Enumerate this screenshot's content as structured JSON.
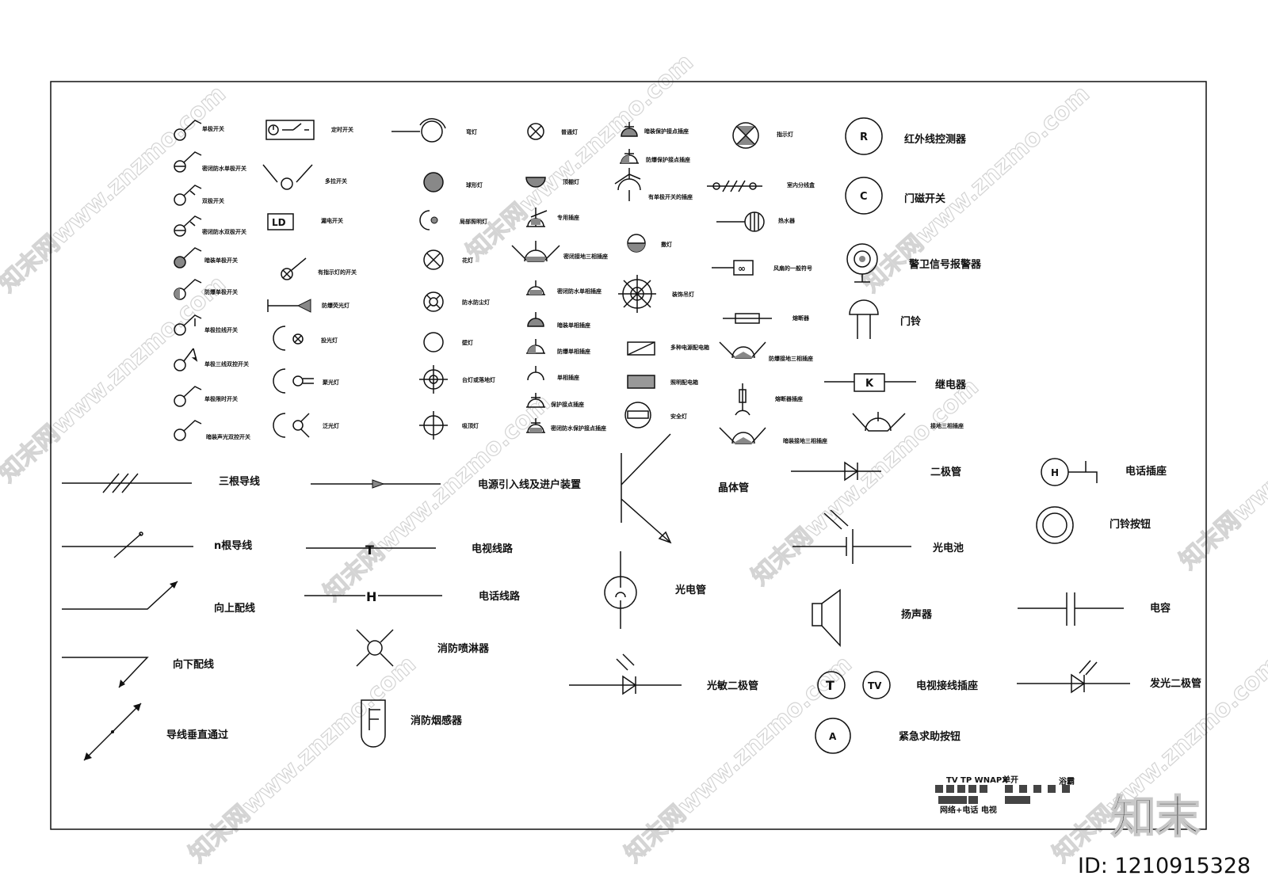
{
  "legend": {
    "switches": [
      "单极开关",
      "密闭防水单极开关",
      "双极开关",
      "密闭防水双极开关",
      "暗装单极开关",
      "防爆单极开关",
      "单极拉线开关",
      "单极三线双控开关",
      "单极限时开关",
      "暗装声光双控开关"
    ],
    "col2": [
      "定时开关",
      "多拉开关",
      "漏电开关",
      "有指示灯的开关",
      "防爆荧光灯",
      "投光灯",
      "聚光灯",
      "泛光灯"
    ],
    "lamps": [
      "弯灯",
      "球形灯",
      "局部照明灯",
      "花灯",
      "防水防尘灯",
      "壁灯",
      "台灯或落地灯",
      "吸顶灯"
    ],
    "col4": [
      "普通灯",
      "顶棚灯",
      "专用插座",
      "密闭接地三相插座",
      "密闭防水单相插座",
      "暗装单相插座",
      "防爆单相插座",
      "单相插座",
      "保护接点插座",
      "密闭防水保护接点插座"
    ],
    "col5": [
      "暗装保护接点插座",
      "防爆保护接点插座",
      "有单极开关的插座",
      "撒灯",
      "装饰吊灯",
      "多种电源配电箱",
      "照明配电箱",
      "安全灯"
    ],
    "col6": [
      "指示灯",
      "室内分线盒",
      "热水器",
      "风扇的一般符号",
      "熔断器",
      "防爆接地三相插座",
      "熔断器插座",
      "暗装接地三相插座"
    ],
    "col7": [
      "红外线控测器",
      "门磁开关",
      "警卫信号报警器",
      "门铃",
      "继电器",
      "接地三相插座"
    ],
    "col7_letters": [
      "R",
      "C",
      "K"
    ],
    "wiring": [
      "三根导线",
      "n根导线",
      "向上配线",
      "向下配线",
      "导线垂直通过"
    ],
    "lines": [
      "电源引入线及进户装置",
      "电视线路",
      "电话线路",
      "消防喷淋器",
      "消防烟感器"
    ],
    "line_marks": [
      "T",
      "H"
    ],
    "electronics": [
      "晶体管",
      "光电管",
      "光敏二极管"
    ],
    "col9": [
      "二极管",
      "光电池",
      "扬声器",
      "电视接线插座",
      "紧急求助按钮"
    ],
    "col9_letters": [
      "T",
      "TV",
      "A",
      "LD"
    ],
    "col10": [
      "电话插座",
      "门铃按钮",
      "电容",
      "发光二极管"
    ],
    "col10_letters": [
      "H"
    ],
    "panel": {
      "top": "TV TP WNAPX",
      "single": "单开",
      "bath": "浴霸",
      "bottom": "网络+电话 电视"
    },
    "watermark": {
      "site": "知末网www.znzmo.com",
      "brand": "知末",
      "id": "ID: 1210915328"
    }
  }
}
